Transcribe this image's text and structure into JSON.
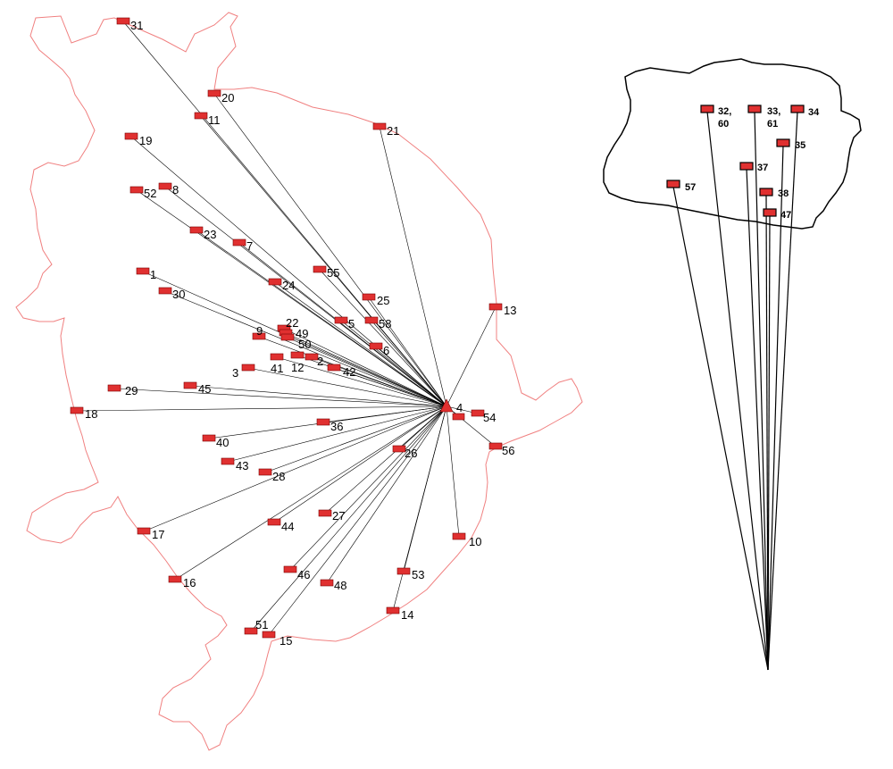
{
  "map": {
    "colors": {
      "main_boundary": "#f08080",
      "inset_boundary": "#000000",
      "connection_line": "#000000",
      "site_fill": "#e03030",
      "site_stroke": "#7a0000",
      "hub_fill": "#e03030"
    },
    "main": {
      "hub_label": "4",
      "sites": [
        "31",
        "20",
        "11",
        "21",
        "19",
        "52",
        "8",
        "23",
        "7",
        "55",
        "24",
        "25",
        "1",
        "30",
        "5",
        "58",
        "22",
        "9",
        "49",
        "50",
        "6",
        "41",
        "12",
        "2",
        "3",
        "42",
        "29",
        "45",
        "18",
        "54",
        "36",
        "40",
        "26",
        "56",
        "43",
        "28",
        "27",
        "17",
        "44",
        "10",
        "46",
        "53",
        "48",
        "16",
        "14",
        "51",
        "15",
        "13"
      ]
    },
    "inset": {
      "sites": [
        "32,\n60",
        "33,\n61",
        "34",
        "35",
        "37",
        "57",
        "38",
        "47"
      ]
    }
  }
}
